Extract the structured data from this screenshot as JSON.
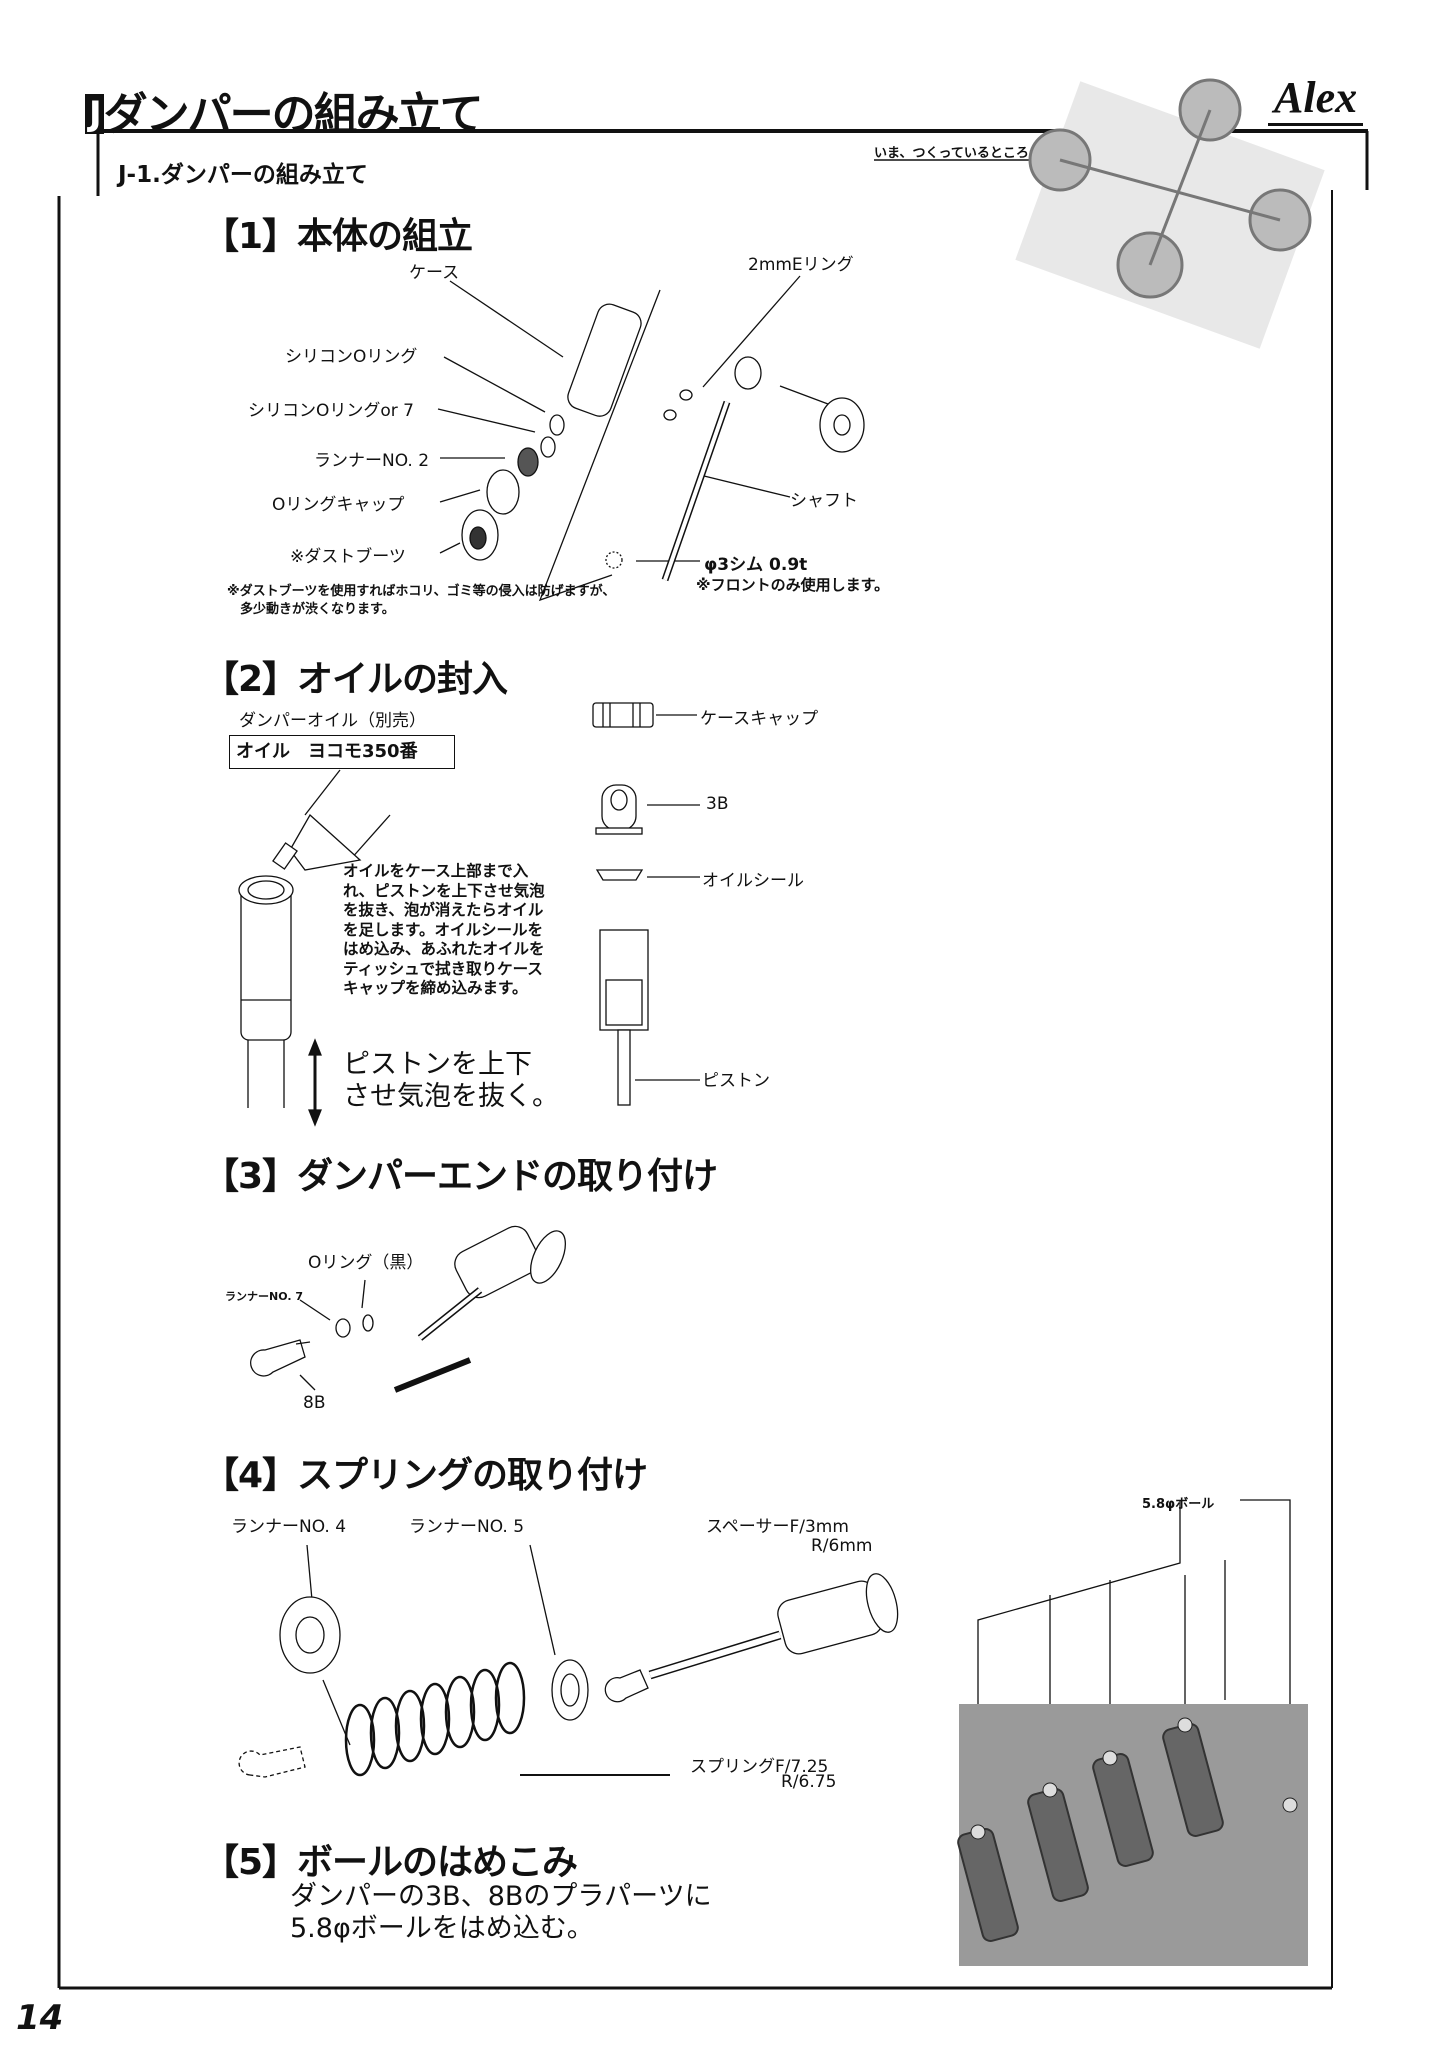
{
  "header": {
    "chapter_letter": "J",
    "chapter_title": "ダンパーの組み立て",
    "logo": "Alex",
    "subsection": "J-1.ダンパーの組み立て",
    "now_building": "いま、つくっているところ"
  },
  "step1": {
    "title": "【1】本体の組立",
    "labels": {
      "case": "ケース",
      "silicon_oring": "シリコンOリング",
      "silicon_oring_or7": "シリコンOリングor 7",
      "runner2": "ランナーNO. 2",
      "oring_cap": "Oリングキャップ",
      "dust_boot": "※ダストブーツ",
      "e_ring": "2mmEリング",
      "shaft": "シャフト",
      "shim": "φ3シム 0.9t",
      "front_only": "※フロントのみ使用します。"
    },
    "note": [
      "※ダストブーツを使用すればホコリ、ゴミ等の侵入は防げますが、",
      "多少動きが渋くなります。"
    ]
  },
  "step2": {
    "title": "【2】オイルの封入",
    "oil_caption": "ダンパーオイル（別売）",
    "oil_box": "オイル　ヨコモ350番",
    "instructions": "オイルをケース上部まで入れ、ピストンを上下させ気泡を抜き、泡が消えたらオイルを足します。オイルシールをはめ込み、あふれたオイルをティッシュで拭き取りケースキャップを締め込みます。",
    "piston_tip": [
      "ピストンを上下",
      "させ気泡を抜く。"
    ],
    "labels": {
      "case_cap": "ケースキャップ",
      "b3": "3B",
      "oil_seal": "オイルシール",
      "piston": "ピストン"
    }
  },
  "step3": {
    "title": "【3】ダンパーエンドの取り付け",
    "labels": {
      "oring_black": "Oリング（黒）",
      "runner7": "ランナーNO. 7",
      "b8": "8B"
    }
  },
  "step4": {
    "title": "【4】スプリングの取り付け",
    "labels": {
      "runner4": "ランナーNO. 4",
      "runner5": "ランナーNO. 5",
      "spacer_f": "スペーサーF/3mm",
      "spacer_r": "R/6mm",
      "spring_f": "スプリングF/7.25",
      "spring_r": "R/6.75",
      "ball": "5.8φボール"
    }
  },
  "step5": {
    "title": "【5】ボールのはめこみ",
    "text": [
      "ダンパーの3B、8Bのプラパーツに",
      "5.8φボールをはめ込む。"
    ]
  },
  "footer": {
    "page_number": "14"
  }
}
